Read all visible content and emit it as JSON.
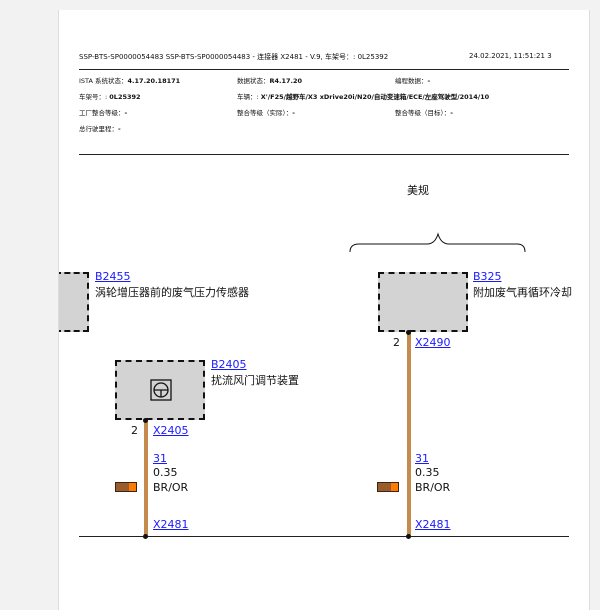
{
  "header": {
    "left": "SSP-BTS-SP0000054483 SSP-BTS-SP0000054483 - 连接器 X2481 - V.9, 车架号：: 0L25392",
    "right": "24.02.2021, 11:51:21 3"
  },
  "meta": {
    "ista_label": "ISTA 系统状态：",
    "ista_value": "4.17.20.18171",
    "data_label": "数据状态：",
    "data_value": "R4.17.20",
    "program_label": "编程数据：",
    "program_value": "-",
    "vin_label": "车架号：:",
    "vin_value": "0L25392",
    "vehicle_label": "车辆：:",
    "vehicle_value": "X'/F25/越野车/X3 xDrive20i/N20/自动变速箱/ECE/左座驾驶型/2014/10",
    "factory_label": "工厂整合等级：",
    "factory_value": "-",
    "int_actual_label": "整合等级（实际）：",
    "int_actual_value": "-",
    "int_target_label": "整合等级（目标）：",
    "int_target_value": "-",
    "mileage_label": "总行驶里程：",
    "mileage_value": "-"
  },
  "diagram": {
    "group_label": "美规",
    "comp_b2455": {
      "id": "B2455",
      "name": "涡轮增压器前的废气压力传感器"
    },
    "comp_b325": {
      "id": "B325",
      "name": "附加废气再循环冷却"
    },
    "comp_b2405": {
      "id": "B2405",
      "name": "扰流风门调节装置"
    },
    "pin_b325": "2",
    "conn_x2490": "X2490",
    "pin_b2405": "2",
    "conn_x2405": "X2405",
    "wire1": {
      "num": "31",
      "size": "0.35",
      "color": "BR/OR",
      "conn": "X2481"
    },
    "wire2": {
      "num": "31",
      "size": "0.35",
      "color": "BR/OR",
      "conn": "X2481"
    }
  }
}
